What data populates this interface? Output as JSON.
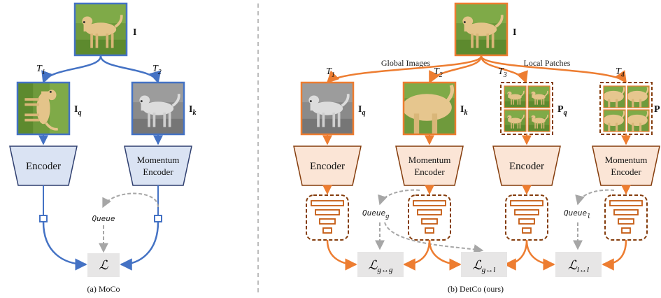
{
  "colors": {
    "moco_blue": "#4472c4",
    "moco_fill": "#dae3f3",
    "detco_orange": "#ed7d31",
    "detco_fill": "#fbe5d6",
    "brown": "#843c0c",
    "loss_fill": "#e7e6e6",
    "dashed_gray": "#a6a6a6"
  },
  "moco": {
    "input": "I",
    "t1": "T",
    "t1_sub": "1",
    "t2": "T",
    "t2_sub": "2",
    "view_q": "I",
    "view_q_sub": "q",
    "view_k": "I",
    "view_k_sub": "k",
    "encoder": "Encoder",
    "momentum_line1": "Momentum",
    "momentum_line2": "Encoder",
    "queue": "Queue",
    "loss": "ℒ",
    "caption": "(a) MoCo"
  },
  "detco": {
    "input": "I",
    "global_images": "Global Images",
    "local_patches": "Local Patches",
    "t1": "T",
    "t1_sub": "1",
    "t2": "T",
    "t2_sub": "2",
    "t3": "T",
    "t3_sub": "3",
    "t4": "T",
    "t4_sub": "4",
    "view_q": "I",
    "view_q_sub": "q",
    "view_k": "I",
    "view_k_sub": "k",
    "patch_q": "P",
    "patch_q_sub": "q",
    "patch_k": "P",
    "encoder1": "Encoder",
    "momentum1_line1": "Momentum",
    "momentum1_line2": "Encoder",
    "encoder2": "Encoder",
    "momentum2_line1": "Momentum",
    "momentum2_line2": "Encoder",
    "queue_g": "Queue",
    "queue_g_sub": "g",
    "queue_l": "Queue",
    "queue_l_sub": "l",
    "loss_gg": "ℒ",
    "loss_gg_sub": "g↔g",
    "loss_gl": "ℒ",
    "loss_gl_sub": "g↔l",
    "loss_ll": "ℒ",
    "loss_ll_sub": "l↔l",
    "caption": "(b) DetCo (ours)"
  }
}
